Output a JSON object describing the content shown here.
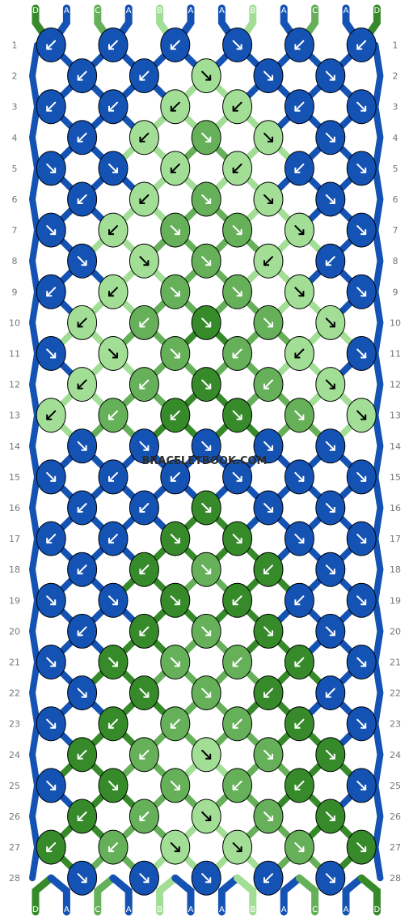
{
  "site_watermark": "BRACELETBOOK.COM",
  "colors": {
    "A": "#1452b4",
    "B": "#a2de96",
    "C": "#66b05a",
    "D": "#368a2a"
  },
  "strands_top": [
    "D",
    "A",
    "C",
    "A",
    "B",
    "A",
    "A",
    "B",
    "A",
    "C",
    "A",
    "D"
  ],
  "strands_bottom": [
    "D",
    "A",
    "C",
    "A",
    "B",
    "A",
    "A",
    "B",
    "A",
    "C",
    "A",
    "D"
  ],
  "row_numbers": [
    "1",
    "2",
    "3",
    "4",
    "5",
    "6",
    "7",
    "8",
    "9",
    "10",
    "11",
    "12",
    "13",
    "14",
    "15",
    "16",
    "17",
    "18",
    "19",
    "20",
    "21",
    "22",
    "23",
    "24",
    "25",
    "26",
    "27",
    "28"
  ],
  "knots": [
    [
      "A",
      "A",
      "A",
      "A",
      "A",
      "A"
    ],
    [
      "A",
      "A",
      "B",
      "A",
      "A"
    ],
    [
      "A",
      "A",
      "B",
      "B",
      "A",
      "A"
    ],
    [
      "A",
      "B",
      "C",
      "B",
      "A"
    ],
    [
      "A",
      "A",
      "B",
      "B",
      "A",
      "A"
    ],
    [
      "A",
      "B",
      "C",
      "B",
      "A"
    ],
    [
      "A",
      "B",
      "C",
      "C",
      "B",
      "A"
    ],
    [
      "A",
      "B",
      "C",
      "B",
      "A"
    ],
    [
      "A",
      "B",
      "C",
      "C",
      "B",
      "A"
    ],
    [
      "B",
      "C",
      "D",
      "C",
      "B"
    ],
    [
      "A",
      "B",
      "C",
      "C",
      "B",
      "A"
    ],
    [
      "B",
      "C",
      "D",
      "C",
      "B"
    ],
    [
      "B",
      "C",
      "D",
      "D",
      "C",
      "B"
    ],
    [
      "A",
      "A",
      "A",
      "A",
      "A"
    ],
    [
      "A",
      "A",
      "A",
      "A",
      "A",
      "A"
    ],
    [
      "A",
      "A",
      "D",
      "A",
      "A"
    ],
    [
      "A",
      "A",
      "D",
      "D",
      "A",
      "A"
    ],
    [
      "A",
      "D",
      "C",
      "D",
      "A"
    ],
    [
      "A",
      "A",
      "D",
      "D",
      "A",
      "A"
    ],
    [
      "A",
      "D",
      "C",
      "D",
      "A"
    ],
    [
      "A",
      "D",
      "C",
      "C",
      "D",
      "A"
    ],
    [
      "A",
      "D",
      "C",
      "D",
      "A"
    ],
    [
      "A",
      "D",
      "C",
      "C",
      "D",
      "A"
    ],
    [
      "D",
      "C",
      "B",
      "C",
      "D"
    ],
    [
      "A",
      "D",
      "C",
      "C",
      "D",
      "A"
    ],
    [
      "D",
      "C",
      "B",
      "C",
      "D"
    ],
    [
      "D",
      "C",
      "B",
      "B",
      "C",
      "D"
    ],
    [
      "A",
      "A",
      "A",
      "A",
      "A"
    ]
  ],
  "arrows": [
    [
      "sw",
      "sw",
      "sw",
      "se",
      "sw",
      "sw"
    ],
    [
      "sw",
      "sw",
      "se",
      "se",
      "se"
    ],
    [
      "sw",
      "sw",
      "sw",
      "sw",
      "sw",
      "se"
    ],
    [
      "sw",
      "sw",
      "se",
      "se",
      "se"
    ],
    [
      "se",
      "se",
      "sw",
      "sw",
      "sw",
      "se"
    ],
    [
      "sw",
      "sw",
      "se",
      "se",
      "se"
    ],
    [
      "se",
      "sw",
      "se",
      "se",
      "se",
      "se"
    ],
    [
      "se",
      "se",
      "se",
      "sw",
      "sw"
    ],
    [
      "sw",
      "sw",
      "se",
      "se",
      "se",
      "se"
    ],
    [
      "sw",
      "sw",
      "se",
      "se",
      "se"
    ],
    [
      "se",
      "se",
      "se",
      "sw",
      "sw",
      "se"
    ],
    [
      "sw",
      "sw",
      "se",
      "sw",
      "se"
    ],
    [
      "sw",
      "sw",
      "sw",
      "se",
      "se",
      "se"
    ],
    [
      "se",
      "se",
      "se",
      "se",
      "se"
    ],
    [
      "se",
      "sw",
      "sw",
      "se",
      "se",
      "se"
    ],
    [
      "sw",
      "sw",
      "se",
      "se",
      "se"
    ],
    [
      "sw",
      "sw",
      "se",
      "se",
      "se",
      "se"
    ],
    [
      "sw",
      "sw",
      "se",
      "sw",
      "se"
    ],
    [
      "se",
      "se",
      "se",
      "sw",
      "sw",
      "se"
    ],
    [
      "sw",
      "sw",
      "se",
      "se",
      "se"
    ],
    [
      "se",
      "se",
      "se",
      "sw",
      "sw",
      "se"
    ],
    [
      "se",
      "se",
      "se",
      "sw",
      "sw"
    ],
    [
      "se",
      "sw",
      "sw",
      "sw",
      "sw",
      "se"
    ],
    [
      "sw",
      "sw",
      "se",
      "se",
      "se"
    ],
    [
      "se",
      "se",
      "se",
      "sw",
      "sw",
      "se"
    ],
    [
      "sw",
      "sw",
      "se",
      "se",
      "se"
    ],
    [
      "sw",
      "sw",
      "se",
      "se",
      "se",
      "se"
    ],
    [
      "se",
      "se",
      "se",
      "sw",
      "se"
    ]
  ]
}
